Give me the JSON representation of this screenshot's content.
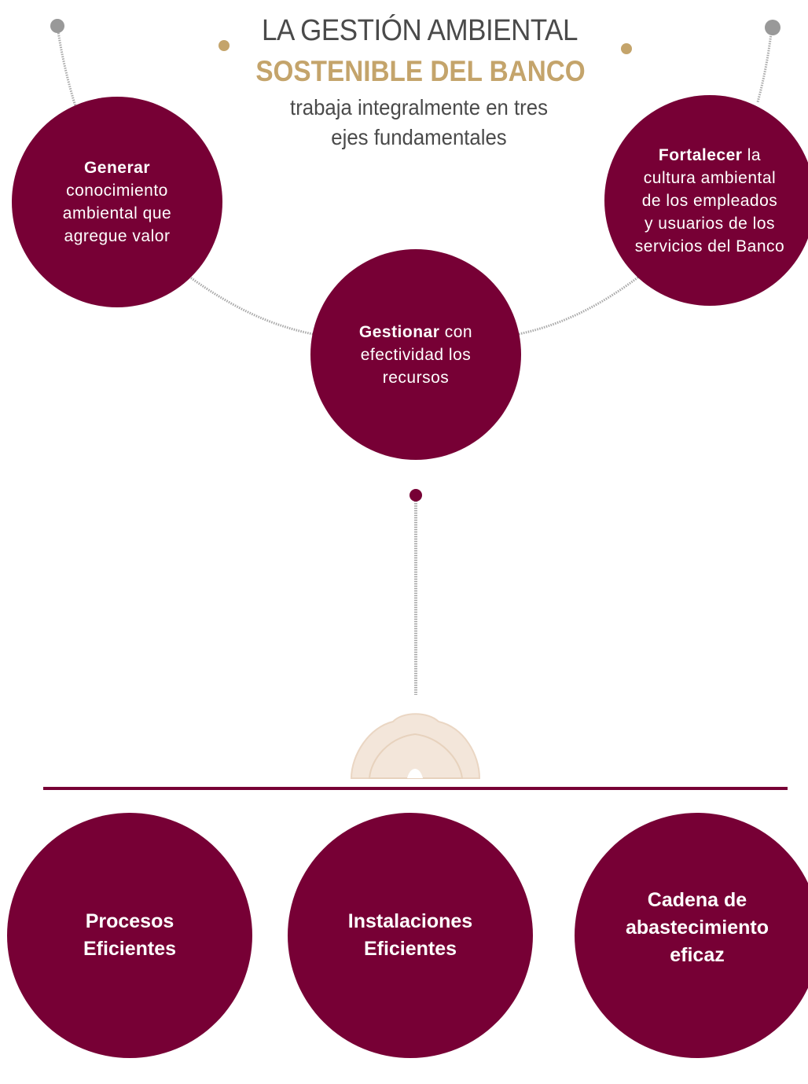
{
  "header": {
    "title_line1": "LA GESTIÓN AMBIENTAL",
    "title_line2": "SOSTENIBLE DEL BANCO",
    "subtitle_line1": "trabaja integralmente en tres",
    "subtitle_line2": "ejes fundamentales"
  },
  "axes": [
    {
      "bold": "Generar",
      "rest": [
        "conocimiento",
        "ambiental que",
        "agregue valor"
      ]
    },
    {
      "bold": "Gestionar",
      "bold_suffix": " con",
      "rest": [
        "efectividad los",
        "recursos"
      ]
    },
    {
      "bold": "Fortalecer",
      "bold_suffix": " la",
      "rest": [
        "cultura ambiental",
        "de los empleados",
        "y usuarios de los",
        "servicios del Banco"
      ]
    }
  ],
  "pillars": [
    {
      "lines": [
        "Procesos",
        "Eficientes"
      ]
    },
    {
      "lines": [
        "Instalaciones",
        "Eficientes"
      ]
    },
    {
      "lines": [
        "Cadena de",
        "abastecimiento",
        "eficaz"
      ]
    }
  ],
  "colors": {
    "primary": "#770035",
    "accent_gold": "#c4a46b",
    "text_gray": "#4a4a4a",
    "connector_gray": "#9a9a9a",
    "emblem": "#f3e6da"
  }
}
